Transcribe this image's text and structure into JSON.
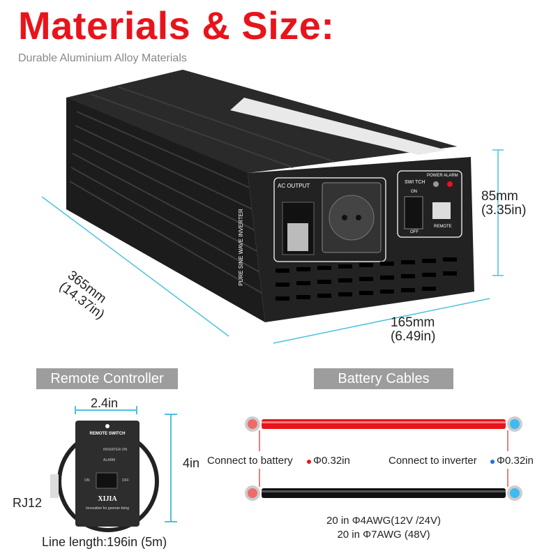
{
  "header": {
    "title": "Materials & Size:",
    "subtitle": "Durable Aluminium Alloy Materials"
  },
  "inverter": {
    "front_labels": {
      "ac_output": "AC OUTPUT",
      "switch": "SWI TCH",
      "on": "ON",
      "off": "OFF",
      "power": "POWER",
      "alarm": "ALARM",
      "remote": "REMOTE",
      "side_text": "PURE SINE WAVE INVERTER"
    },
    "dimensions": {
      "height_mm": "85mm",
      "height_in": "(3.35in)",
      "length_mm": "365mm",
      "length_in": "(14.37in)",
      "width_mm": "165mm",
      "width_in": "(6.49in)"
    }
  },
  "remote": {
    "label": "Remote Controller",
    "width": "2.4in",
    "height": "4in",
    "connector": "RJ12",
    "line_length": "Line length:196in (5m)",
    "device": {
      "title": "REMOTE SWITCH",
      "inverter_on": "INVERTER ON",
      "alarm": "ALARM",
      "on": "ON",
      "off": "OFF",
      "brand": "XIJIA",
      "slogan": "Innovation for greener living"
    }
  },
  "cables": {
    "label": "Battery Cables",
    "battery_text": "Connect to battery",
    "battery_size": "Φ0.32in",
    "inverter_text": "Connect to inverter",
    "inverter_size": "Φ0.32in",
    "spec_1": "20 in Φ4AWG(12V /24V)",
    "spec_2": "20 in Φ7AWG (48V)",
    "colors": {
      "red": "#e8141b",
      "black": "#111111",
      "accent": "#4cc0e0"
    }
  }
}
